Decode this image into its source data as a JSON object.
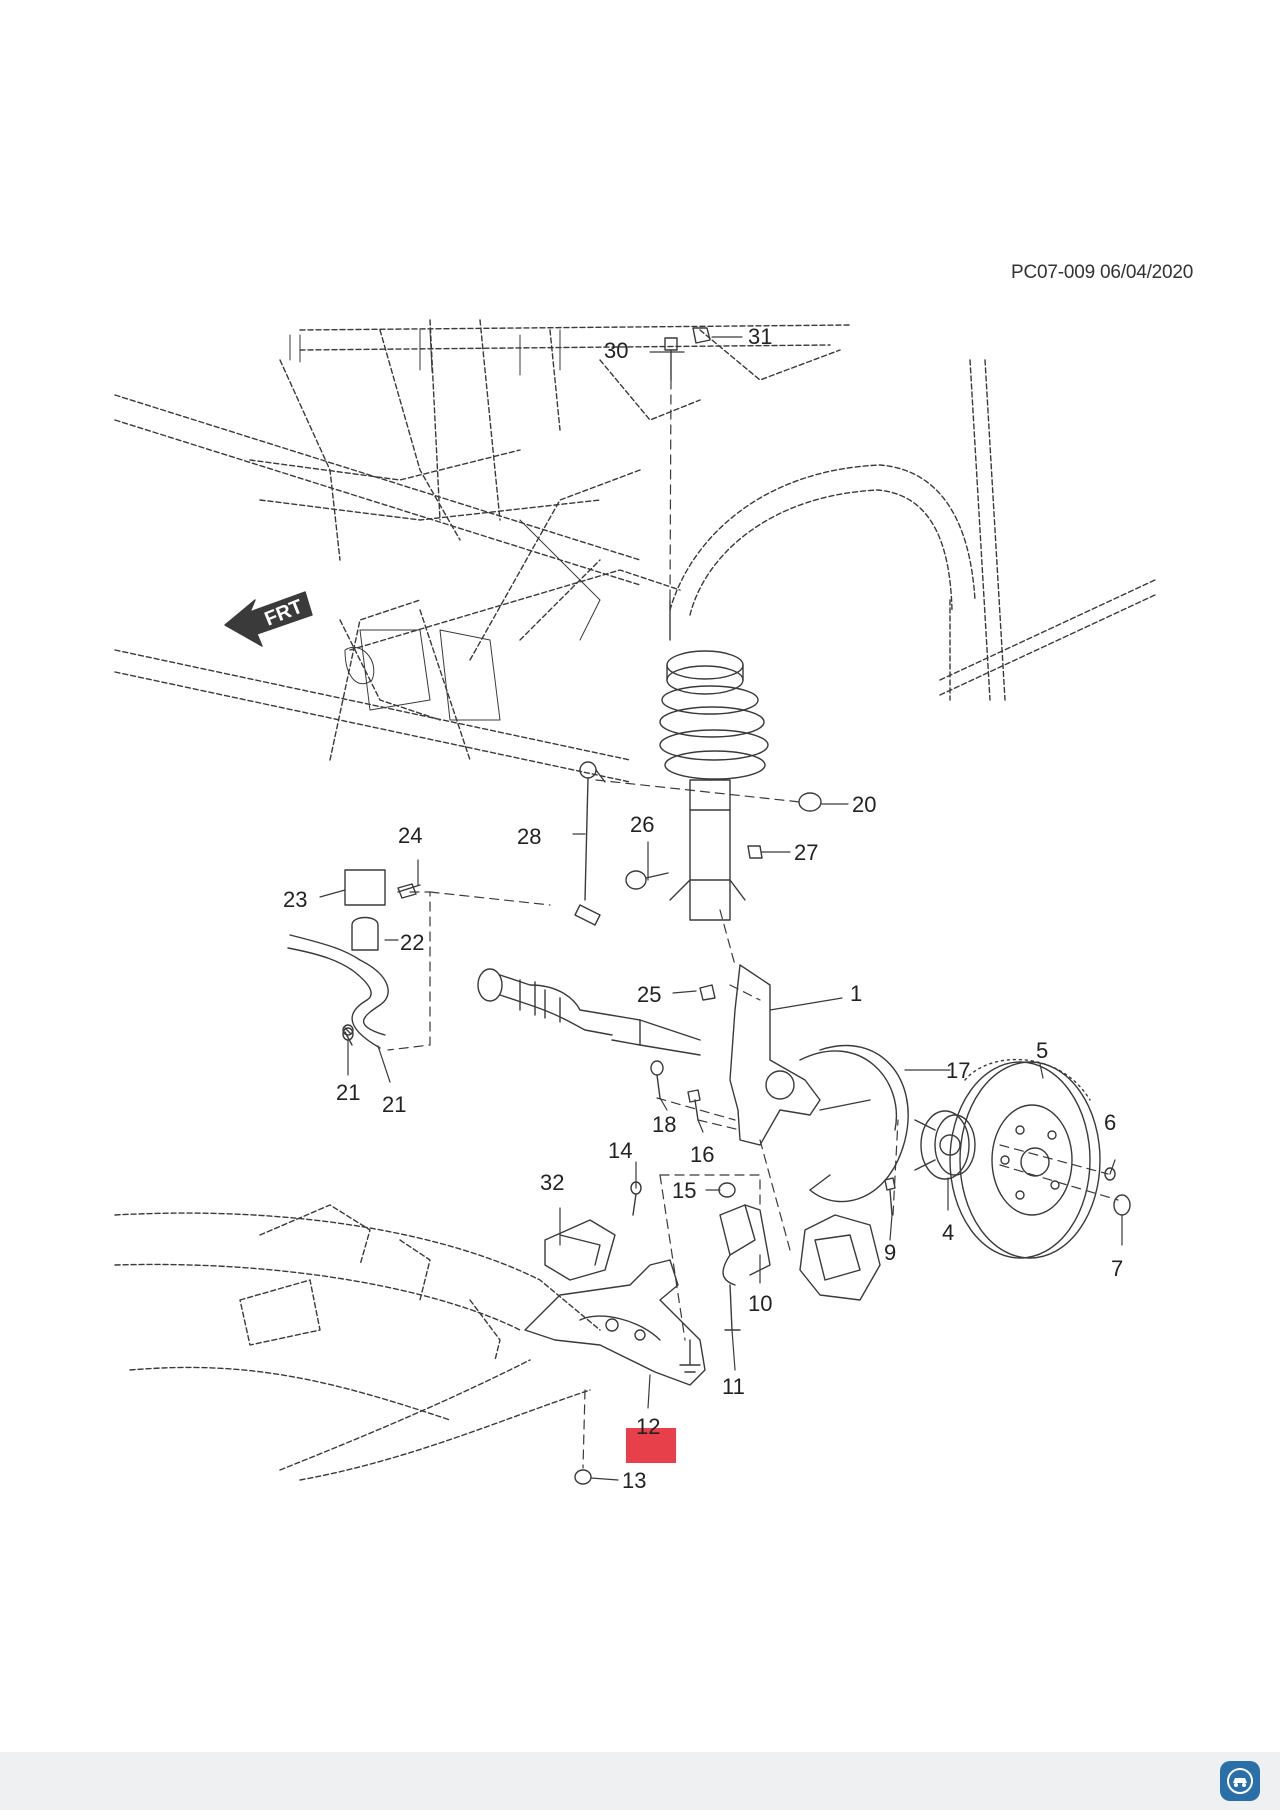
{
  "diagram": {
    "reference_code": "PC07-009 06/04/2020",
    "direction_marker": "FRT",
    "highlight_color": "#e8404a",
    "callouts": [
      "1",
      "4",
      "5",
      "6",
      "7",
      "9",
      "10",
      "11",
      "12",
      "13",
      "14",
      "15",
      "16",
      "17",
      "18",
      "20",
      "21",
      "21",
      "22",
      "23",
      "24",
      "25",
      "26",
      "27",
      "28",
      "30",
      "31",
      "32"
    ]
  },
  "bottom_bar": {
    "icon": "car-service-app-icon"
  }
}
